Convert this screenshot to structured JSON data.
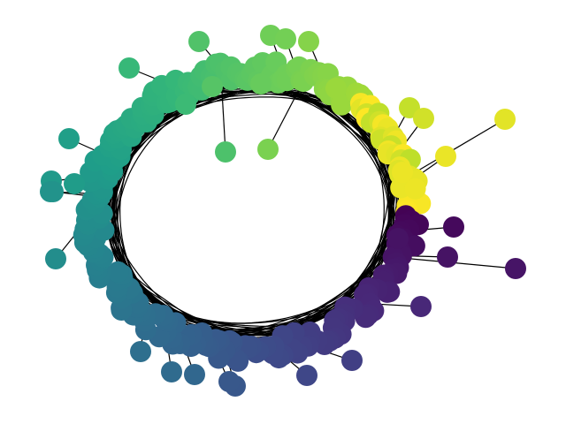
{
  "graph": {
    "type": "network",
    "colormap": [
      "#440154",
      "#482878",
      "#3e4a89",
      "#31688e",
      "#26828e",
      "#1f9e89",
      "#35b779",
      "#6ece58",
      "#b5de2b",
      "#fde725"
    ],
    "node_count": 260,
    "leaf_count": 34,
    "edge_color": "#000000",
    "background": "#ffffff"
  }
}
